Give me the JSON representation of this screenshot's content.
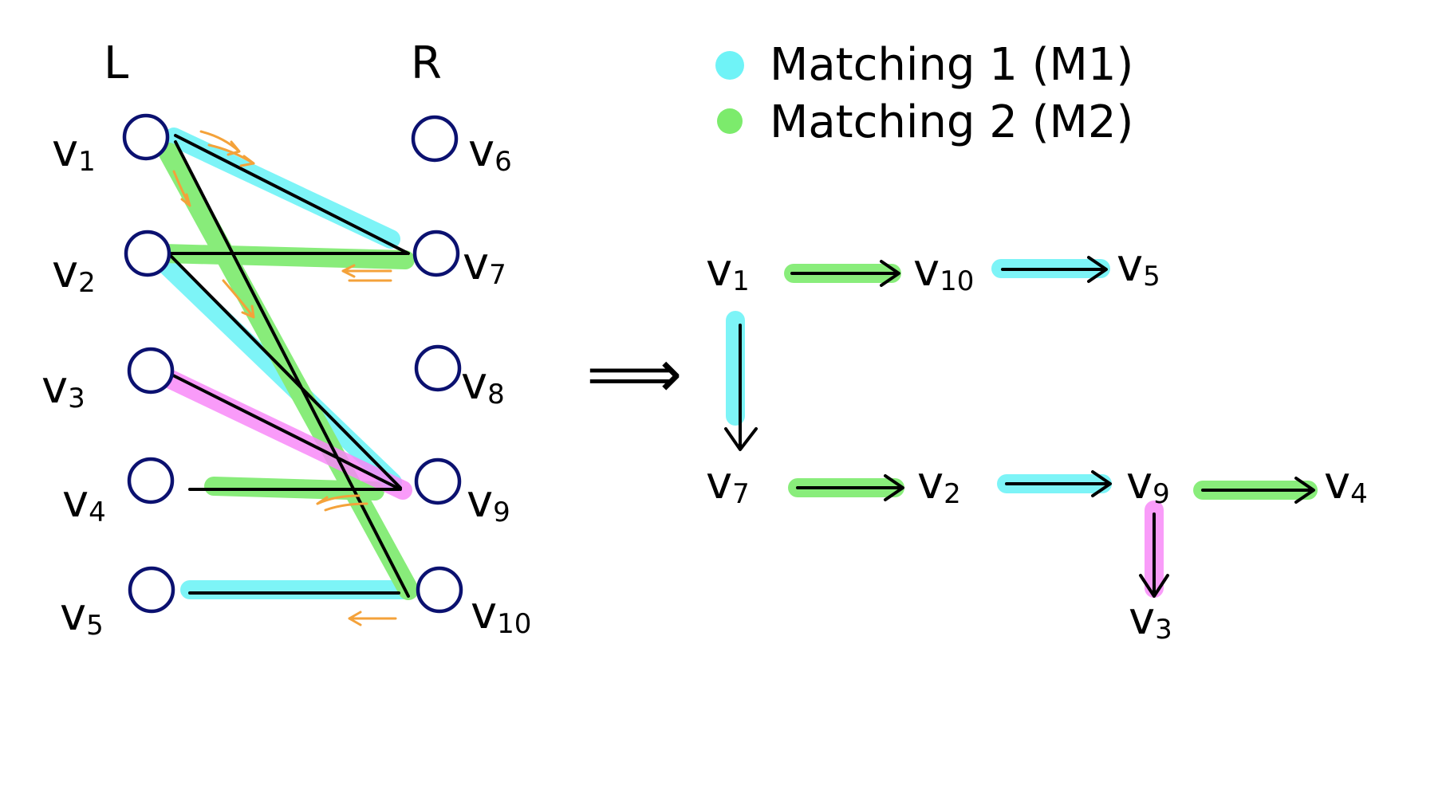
{
  "colors": {
    "matching1": "#6ff3f7",
    "matching2": "#7ceb6c",
    "path": "#f77df7",
    "node_stroke": "#0b1170",
    "edge": "#000000",
    "direction_arrow": "#f4a23a"
  },
  "left": {
    "header": "L",
    "nodes": [
      {
        "id": "v1",
        "base": "v",
        "sub": "1"
      },
      {
        "id": "v2",
        "base": "v",
        "sub": "2"
      },
      {
        "id": "v3",
        "base": "v",
        "sub": "3"
      },
      {
        "id": "v4",
        "base": "v",
        "sub": "4"
      },
      {
        "id": "v5",
        "base": "v",
        "sub": "5"
      }
    ]
  },
  "right": {
    "header": "R",
    "nodes": [
      {
        "id": "v6",
        "base": "v",
        "sub": "6"
      },
      {
        "id": "v7",
        "base": "v",
        "sub": "7"
      },
      {
        "id": "v8",
        "base": "v",
        "sub": "8"
      },
      {
        "id": "v9",
        "base": "v",
        "sub": "9"
      },
      {
        "id": "v10",
        "base": "v",
        "sub": "10"
      }
    ]
  },
  "legend": [
    {
      "label": "Matching 1 (M1)",
      "color_key": "matching1"
    },
    {
      "label": "Matching 2 (M2)",
      "color_key": "matching2"
    }
  ],
  "implies": "⟹",
  "path_nodes": {
    "p_v1": {
      "base": "v",
      "sub": "1"
    },
    "p_v10": {
      "base": "v",
      "sub": "10"
    },
    "p_v5": {
      "base": "v",
      "sub": "5"
    },
    "p_v7": {
      "base": "v",
      "sub": "7"
    },
    "p_v2": {
      "base": "v",
      "sub": "2"
    },
    "p_v9": {
      "base": "v",
      "sub": "9"
    },
    "p_v4": {
      "base": "v",
      "sub": "4"
    },
    "p_v3": {
      "base": "v",
      "sub": "3"
    }
  }
}
